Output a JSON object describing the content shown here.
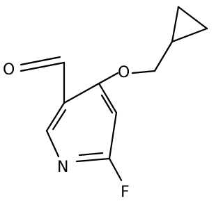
{
  "molecule": {
    "atoms": {
      "oxygen_aldehyde": "O",
      "oxygen_ether": "O",
      "nitrogen": "N",
      "fluorine": "F"
    }
  },
  "colors": {
    "bond": "#000000",
    "label": "#000000",
    "background": "#ffffff"
  }
}
